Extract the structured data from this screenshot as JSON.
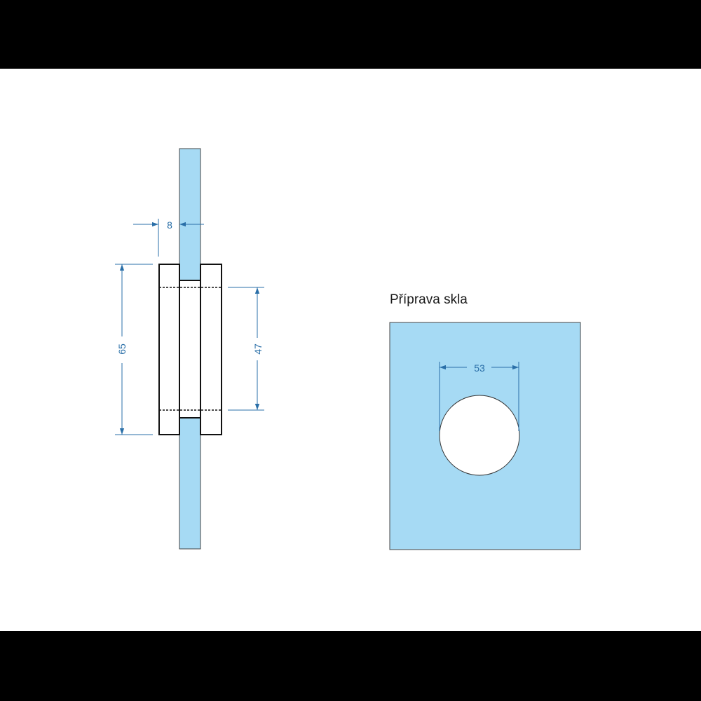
{
  "colors": {
    "glass": "#a6daf4",
    "dimension": "#2a6fa8",
    "outline": "#111111"
  },
  "side_view": {
    "glass_thickness_label": "8",
    "fitting_height_label": "65",
    "inner_height_label": "47"
  },
  "glass_preparation": {
    "title": "Příprava skla",
    "hole_diameter_label": "53"
  }
}
